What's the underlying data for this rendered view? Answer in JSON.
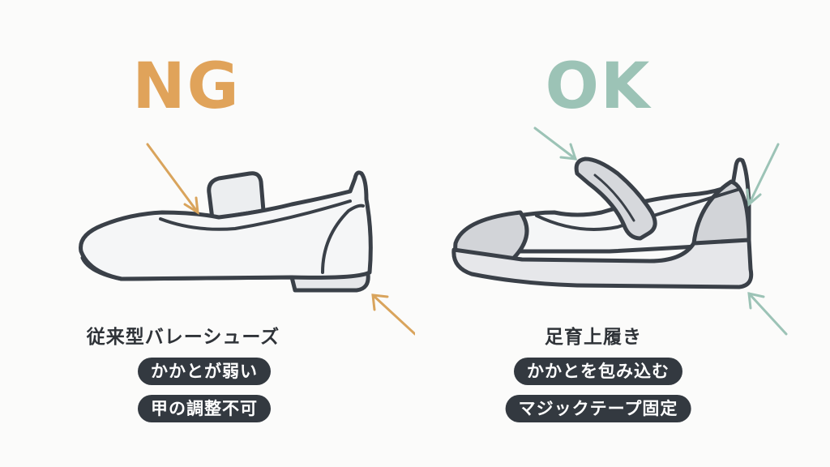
{
  "ng": {
    "verdict": "NG",
    "shoe_name": "従来型バレーシューズ",
    "tags": [
      "かかとが弱い",
      "甲の調整不可"
    ],
    "color": "#e0a35a",
    "shoe_icon": "ballet-shoe-icon"
  },
  "ok": {
    "verdict": "OK",
    "shoe_name": "足育上履き",
    "tags": [
      "かかとを包み込む",
      "マジックテープ固定"
    ],
    "color": "#9cc3b6",
    "shoe_icon": "velcro-shoe-icon"
  }
}
